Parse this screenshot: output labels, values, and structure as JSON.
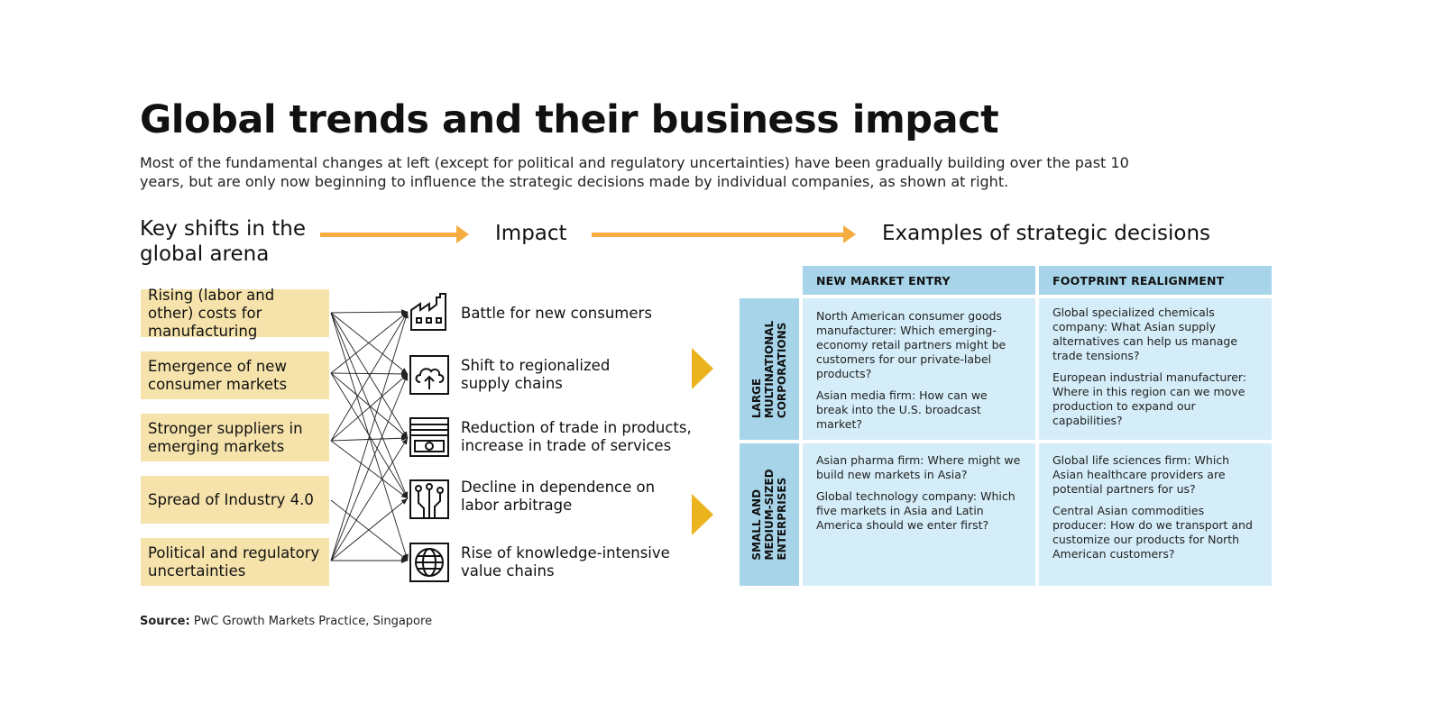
{
  "title": "Global trends and their business impact",
  "subtitle": "Most of the fundamental changes at left (except for political and regulatory uncertainties) have been gradually building over the past 10 years, but are only now beginning to influence the strategic decisions made by individual companies, as shown at right.",
  "column_headers": {
    "shifts": "Key shifts in the global arena",
    "impact": "Impact",
    "examples": "Examples of strategic decisions"
  },
  "colors": {
    "shift_box": "#f6e3ab",
    "arrow": "#f5ac41",
    "big_arrow": "#ebb41f",
    "header_blue": "#a8d4ea",
    "cell_blue": "#d4edf8"
  },
  "shifts": [
    {
      "label": "Rising (labor and other) costs for manufacturing"
    },
    {
      "label": "Emergence of new consumer markets"
    },
    {
      "label": "Stronger suppliers in emerging markets"
    },
    {
      "label": "Spread of Industry 4.0"
    },
    {
      "label": "Political and regulatory uncertainties"
    }
  ],
  "impacts": [
    {
      "label": "Battle for new consumers",
      "icon": "factory-icon"
    },
    {
      "label": "Shift to regionalized supply chains",
      "icon": "cloud-upload-icon"
    },
    {
      "label": "Reduction of trade in products, increase in trade of services",
      "icon": "cash-register-icon"
    },
    {
      "label": "Decline in dependence on labor arbitrage",
      "icon": "circuit-icon"
    },
    {
      "label": "Rise of knowledge-intensive value chains",
      "icon": "globe-icon"
    }
  ],
  "connections": [
    [
      0,
      0
    ],
    [
      0,
      1
    ],
    [
      0,
      2
    ],
    [
      0,
      3
    ],
    [
      0,
      4
    ],
    [
      1,
      0
    ],
    [
      1,
      1
    ],
    [
      1,
      2
    ],
    [
      1,
      3
    ],
    [
      2,
      0
    ],
    [
      2,
      1
    ],
    [
      2,
      2
    ],
    [
      2,
      3
    ],
    [
      3,
      4
    ],
    [
      4,
      0
    ],
    [
      4,
      1
    ],
    [
      4,
      2
    ],
    [
      4,
      3
    ],
    [
      4,
      4
    ]
  ],
  "grid": {
    "col_headers": [
      "NEW MARKET ENTRY",
      "FOOTPRINT REALIGNMENT"
    ],
    "row_headers": [
      "LARGE\nMULTINATIONAL\nCORPORATIONS",
      "SMALL AND\nMEDIUM-SIZED\nENTERPRISES"
    ],
    "cells": [
      [
        [
          "North American consumer goods manufacturer: Which emerging-economy retail partners might be customers for our private-label products?",
          "Asian media firm: How can we break into the U.S. broadcast market?"
        ],
        [
          "Global specialized chemicals company: What Asian supply alternatives can help us manage trade tensions?",
          "European industrial manufacturer: Where in this region can we move production to expand our capabilities?"
        ]
      ],
      [
        [
          "Asian pharma firm: Where might we build new markets in Asia?",
          "Global technology company: Which five markets in Asia and Latin America should we enter first?"
        ],
        [
          "Global life sciences firm: Which Asian healthcare providers are potential partners for us?",
          "Central Asian commodities producer: How do we transport and customize our products for North American customers?"
        ]
      ]
    ]
  },
  "source": {
    "label": "Source:",
    "text": "PwC Growth Markets Practice, Singapore"
  }
}
